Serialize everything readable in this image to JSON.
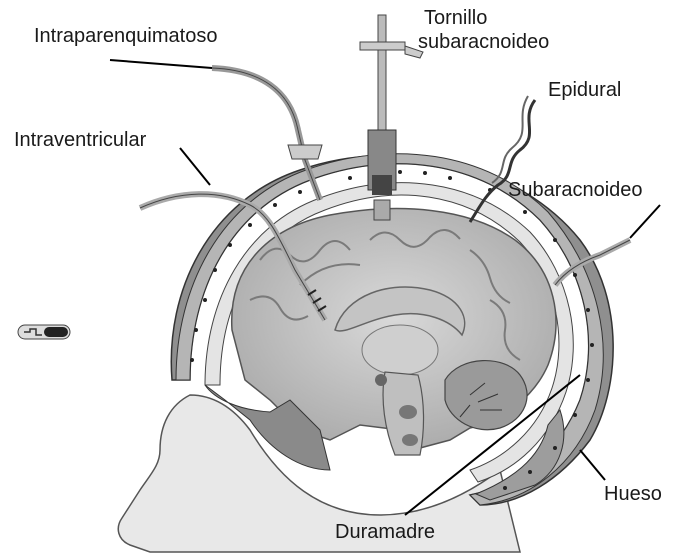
{
  "labels": {
    "intraparenquimatoso": "Intraparenquimatoso",
    "tornillo_line1": "Tornillo",
    "tornillo_line2": "subaracnoideo",
    "epidural": "Epidural",
    "intraventricular": "Intraventricular",
    "subaracnoideo": "Subaracnoideo",
    "hueso": "Hueso",
    "duramadre": "Duramadre"
  }
}
